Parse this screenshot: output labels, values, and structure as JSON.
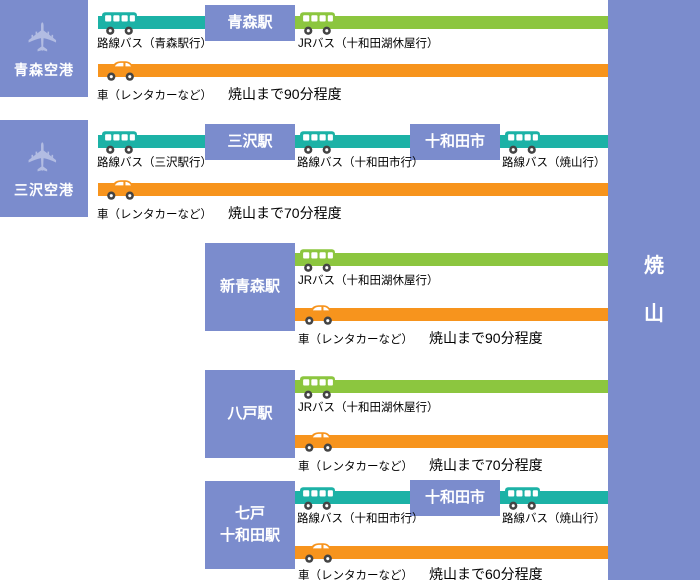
{
  "colors": {
    "box_blue": "#7b8ccd",
    "local_bus_teal": "#1cb2a6",
    "jr_bus_green": "#8cc63f",
    "car_orange": "#f7941d"
  },
  "icons": {
    "plane_glyph": "✈"
  },
  "destination": {
    "label": "焼山"
  },
  "routes": {
    "aomori_airport": {
      "origin": "青森空港",
      "bus1_label": "路線バス（青森駅行）",
      "via_station": "青森駅",
      "bus2_label": "JRバス（十和田湖休屋行）",
      "car_label": "車（レンタカーなど）",
      "car_time": "焼山まで90分程度"
    },
    "misawa_airport": {
      "origin": "三沢空港",
      "bus1_label": "路線バス（三沢駅行）",
      "via_station1": "三沢駅",
      "bus2_label": "路線バス（十和田市行）",
      "via_station2": "十和田市",
      "bus3_label": "路線バス（焼山行）",
      "car_label": "車（レンタカーなど）",
      "car_time": "焼山まで70分程度"
    },
    "shin_aomori": {
      "origin": "新青森駅",
      "bus_label": "JRバス（十和田湖休屋行）",
      "car_label": "車（レンタカーなど）",
      "car_time": "焼山まで90分程度"
    },
    "hachinohe": {
      "origin": "八戸駅",
      "bus_label": "JRバス（十和田湖休屋行）",
      "car_label": "車（レンタカーなど）",
      "car_time": "焼山まで70分程度"
    },
    "shichinohe_towada": {
      "origin": "七戸\n十和田駅",
      "bus1_label": "路線バス（十和田市行）",
      "via_station": "十和田市",
      "bus2_label": "路線バス（焼山行）",
      "car_label": "車（レンタカーなど）",
      "car_time": "焼山まで60分程度"
    }
  }
}
